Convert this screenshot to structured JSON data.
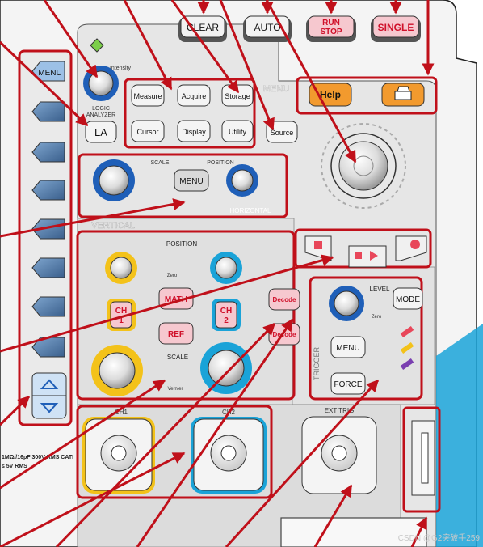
{
  "top_buttons": {
    "clear": "CLEAR",
    "auto": "AUTO",
    "run_stop_line1": "RUN",
    "run_stop_line2": "STOP",
    "single": "SINGLE"
  },
  "left_panel": {
    "menu": "MENU"
  },
  "function_keys": {
    "logic_analyzer_line1": "LOGIC",
    "logic_analyzer_line2": "ANALYZER",
    "la": "LA",
    "intensity": "Intensity",
    "measure": "Measure",
    "acquire": "Acquire",
    "storage": "Storage",
    "cursor": "Cursor",
    "display": "Display",
    "utility": "Utility",
    "source": "Source",
    "menu_caption": "MENU",
    "help": "Help"
  },
  "horizontal": {
    "scale": "SCALE",
    "position": "POSITION",
    "menu": "MENU",
    "title": "HORIZONTAL"
  },
  "vertical": {
    "title": "VERTICAL",
    "position": "POSITION",
    "zero_1": "Zero",
    "zero_2": "Zero",
    "ch1_line1": "CH",
    "ch1_line2": "1",
    "ch2_line1": "CH",
    "ch2_line2": "2",
    "math": "MATH",
    "ref": "REF",
    "decode_1": "Decode",
    "decode_2": "Decode",
    "scale": "SCALE",
    "vernier": "Vernier"
  },
  "trigger": {
    "level": "LEVEL",
    "zero": "Zero",
    "mode": "MODE",
    "menu": "MENU",
    "force": "FORCE",
    "title": "TRIGGER"
  },
  "inputs": {
    "ch1": "CH1",
    "ch2": "CH2",
    "ext_trig": "EXT TRIG",
    "rating_line1": "1MΩ//16pF 300V RMS  CATI",
    "rating_line2": "≤ 5V RMS"
  },
  "watermark": "CSDN @G2突破手259",
  "colors": {
    "callout_red": "#c0101a",
    "top_button_fill": "#e8475a",
    "orange_button": "#f29a2e",
    "ch1_yellow": "#f3c21a",
    "ch2_cyan": "#1aa3d8",
    "knob_blue": "#1f5fb8",
    "panel_gray": "#d7d7d7",
    "key_gray": "#ececec"
  }
}
